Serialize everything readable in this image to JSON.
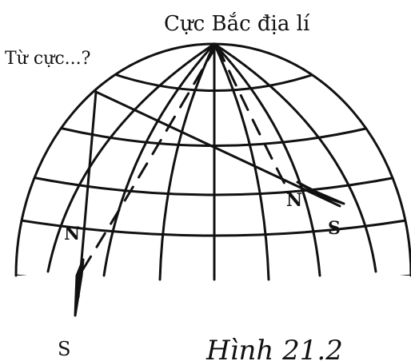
{
  "labels": {
    "north_pole": "Cực Bắc địa lí",
    "magnetic_pole_question": "Từ cực...?",
    "left_needle_n": "N",
    "left_needle_s": "S",
    "right_needle_n": "N",
    "right_needle_s": "S",
    "figure_caption": "Hình 21.2"
  },
  "colors": {
    "ink": "#111111",
    "background": "#ffffff"
  }
}
